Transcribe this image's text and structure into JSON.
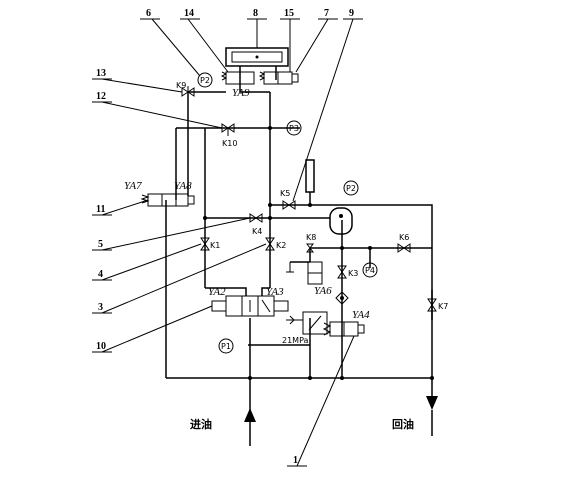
{
  "callouts": [
    "6",
    "14",
    "8",
    "15",
    "7",
    "9",
    "13",
    "12",
    "11",
    "5",
    "4",
    "3",
    "10",
    "1"
  ],
  "valves": {
    "k9": "K9",
    "k10": "K10",
    "k5": "K5",
    "k4": "K4",
    "k1": "K1",
    "k2": "K2",
    "k8": "K8",
    "k3": "K3",
    "k6": "K6",
    "k7": "K7"
  },
  "solenoids": {
    "ya9": "YA9",
    "ya7": "YA7",
    "ya8": "YA8",
    "ya2": "YA2",
    "ya3": "YA3",
    "ya6": "YA6",
    "ya4": "YA4"
  },
  "gauges": {
    "p2_top": "P2",
    "p3": "P3",
    "p2_right": "P2",
    "p4": "P4",
    "p1": "P1"
  },
  "relief_label": "21MPa",
  "oil_in": "进油",
  "oil_return": "回油"
}
